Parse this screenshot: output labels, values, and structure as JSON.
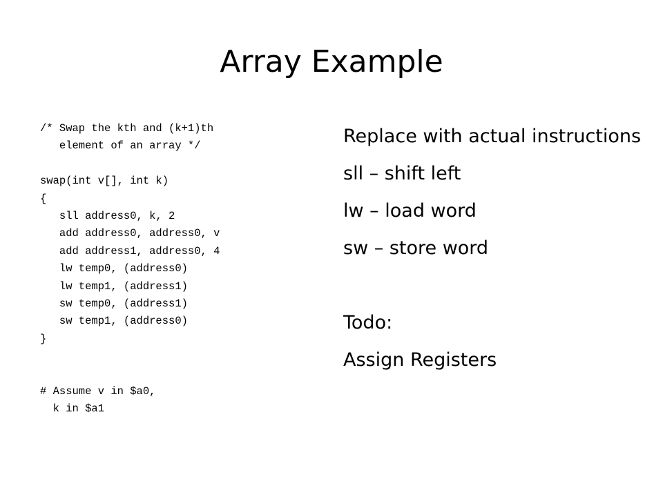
{
  "slide": {
    "title": "Array Example",
    "code_lines": [
      "/* Swap the kth and (k+1)th",
      "   element of an array */",
      "",
      "swap(int v[], int k)",
      "{",
      "   sll address0, k, 2",
      "   add address0, address0, v",
      "   add address1, address0, 4",
      "   lw temp0, (address0)",
      "   lw temp1, (address1)",
      "   sw temp0, (address1)",
      "   sw temp1, (address0)",
      "}",
      "",
      "",
      "# Assume v in $a0,",
      "  k in $a1"
    ],
    "bullets": {
      "line1": "Replace with actual instructions",
      "line2": "sll – shift left",
      "line3": "lw – load word",
      "line4": "sw – store word",
      "line5": "Todo:",
      "line6": "Assign Registers"
    }
  }
}
